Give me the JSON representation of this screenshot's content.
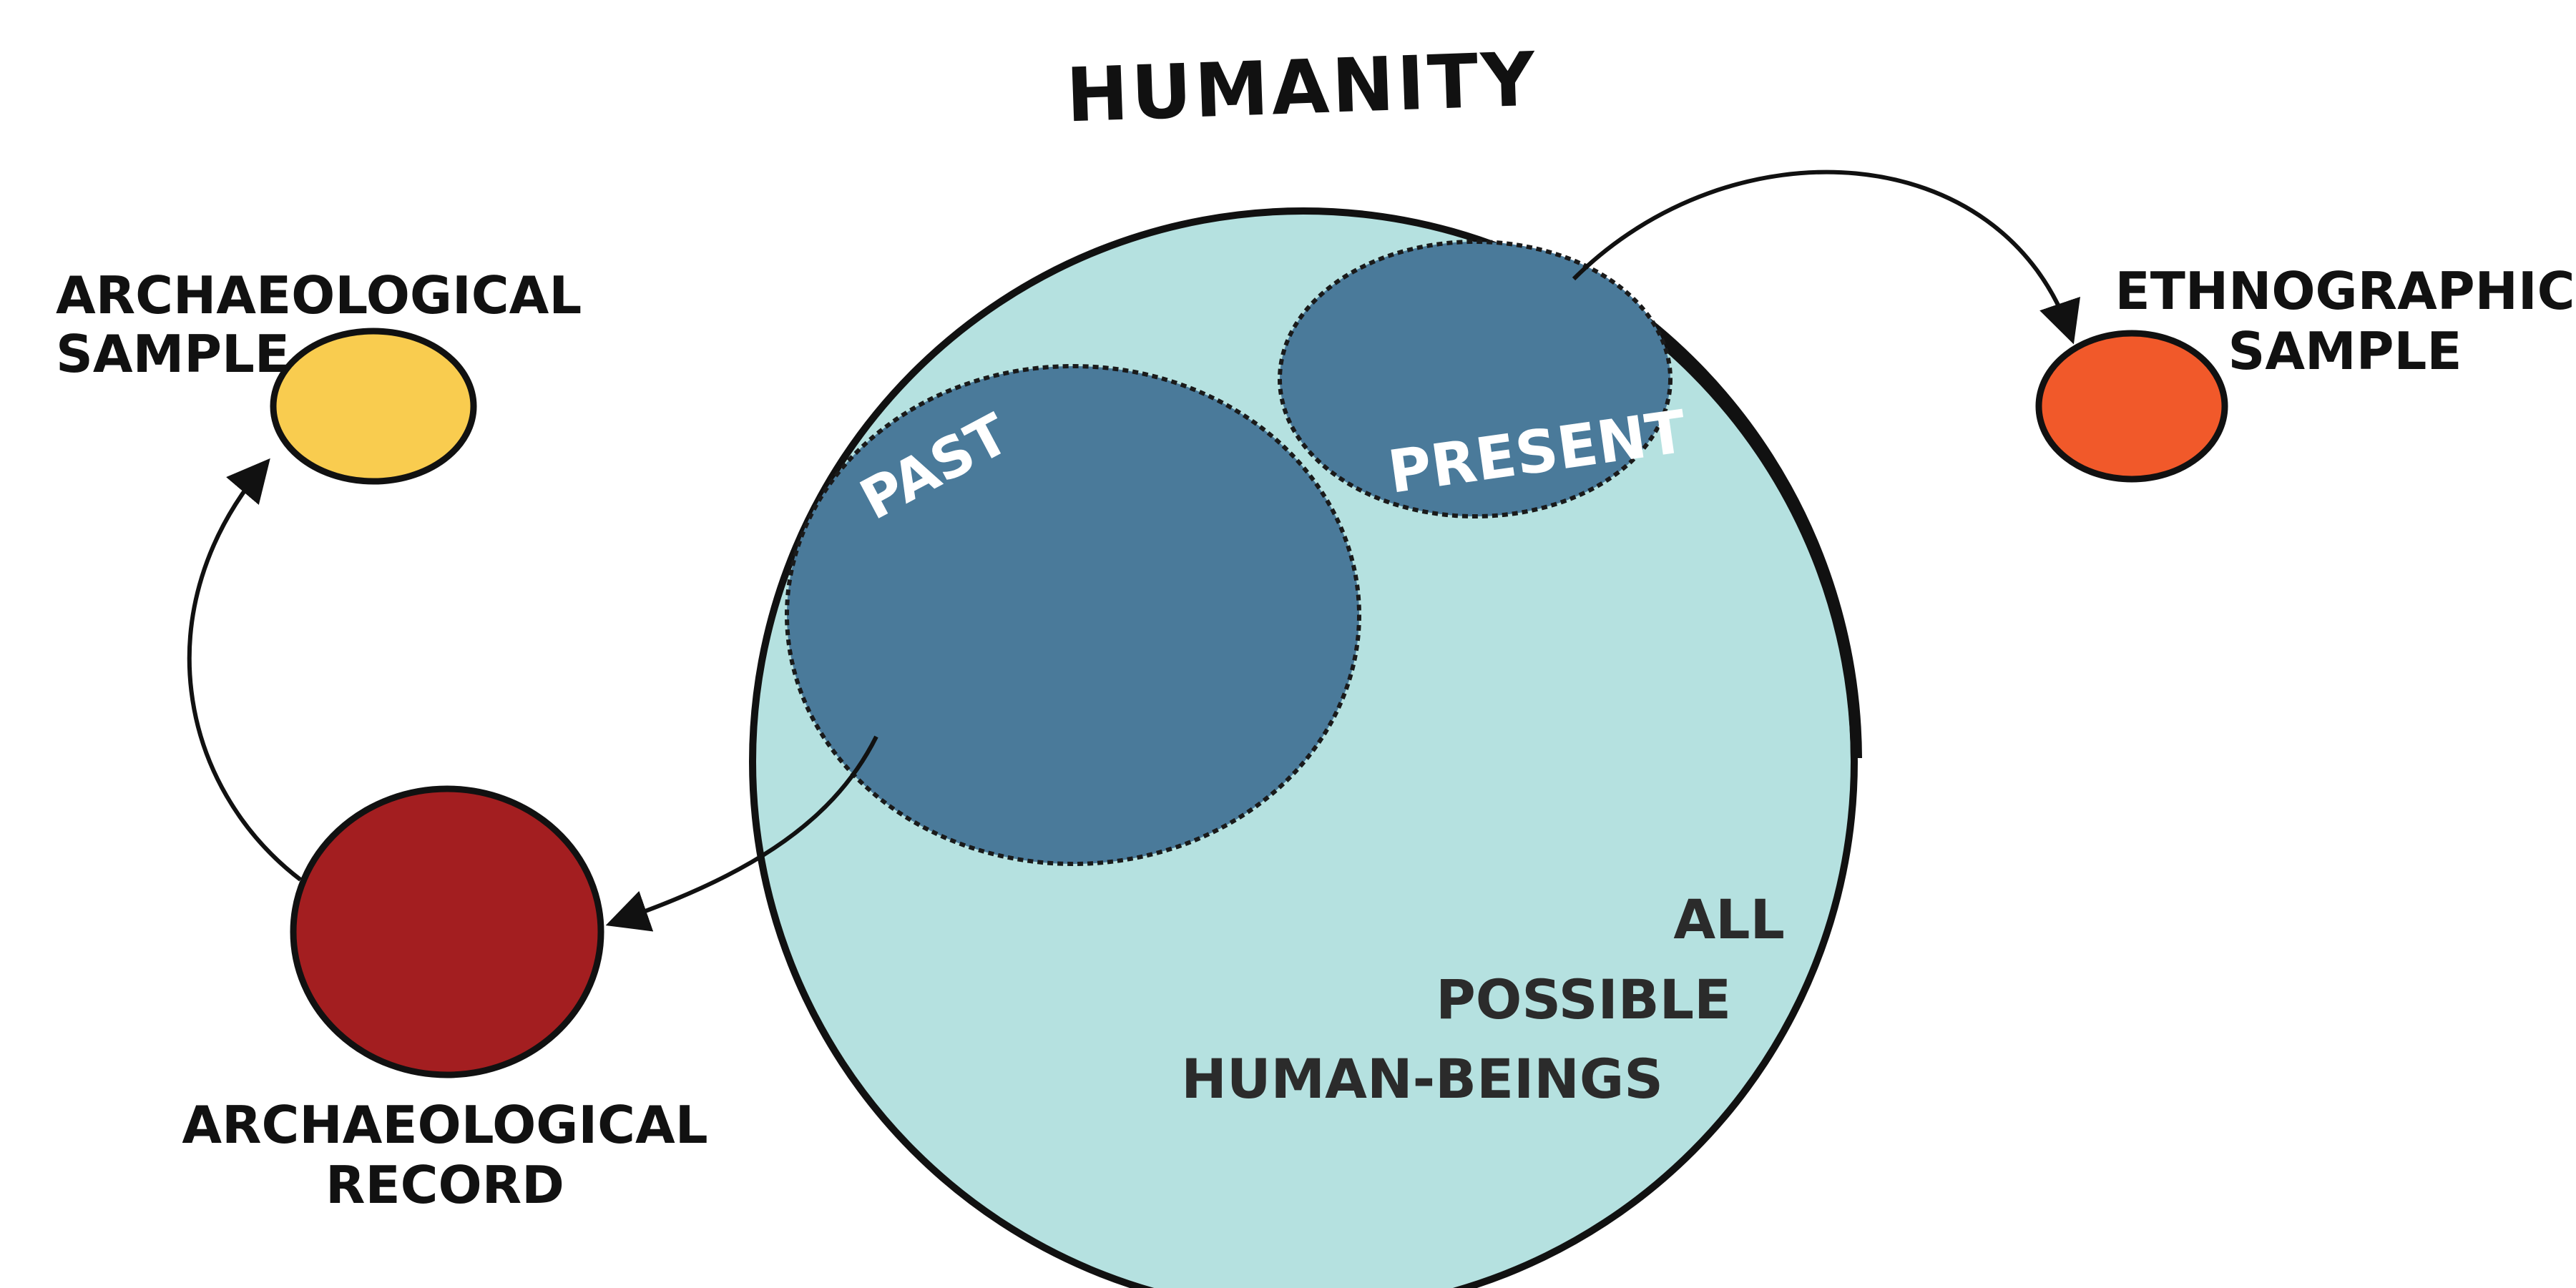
{
  "title": "HUMANITY",
  "regions": {
    "past": "PAST",
    "present": "PRESENT",
    "all_possible": [
      "ALL",
      "POSSIBLE",
      "HUMAN-BEINGS"
    ]
  },
  "nodes": {
    "archaeological_sample": [
      "ARCHAEOLOGICAL",
      "SAMPLE"
    ],
    "archaeological_record": [
      "ARCHAEOLOGICAL",
      "RECORD"
    ],
    "ethnographic_sample": [
      "ETHNOGRAPHIC",
      "SAMPLE"
    ]
  },
  "colors": {
    "humanity_fill": "#b5e1e0",
    "subset_fill": "#4a7a9a",
    "archaeological_sample": "#f9cc4f",
    "archaeological_record": "#a31e20",
    "ethnographic_sample": "#f1592a",
    "outline": "#111111"
  }
}
